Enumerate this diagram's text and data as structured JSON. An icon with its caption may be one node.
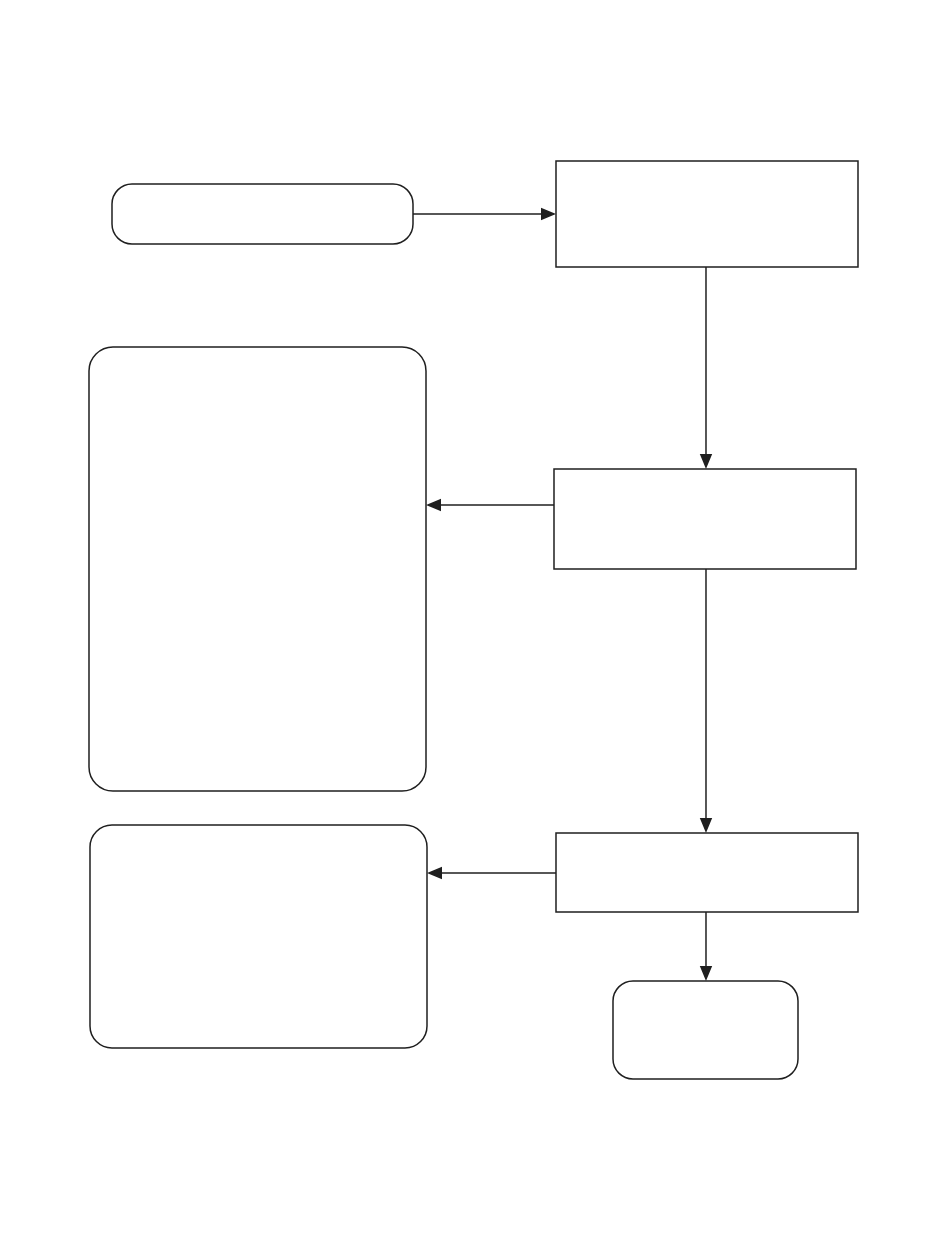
{
  "diagram": {
    "nodes": [
      {
        "text": [],
        "shape": "rounded"
      },
      {
        "text": [],
        "shape": "box"
      },
      {
        "text": [],
        "shape": "rounded"
      },
      {
        "text": [],
        "shape": "box"
      },
      {
        "text": [],
        "shape": "rounded"
      },
      {
        "text": [],
        "shape": "box"
      },
      {
        "text": [],
        "shape": "rounded"
      }
    ],
    "edges": [
      {
        "from": 0,
        "to": 1,
        "arrow": "to"
      },
      {
        "from": 1,
        "to": 3,
        "arrow": "to"
      },
      {
        "from": 3,
        "to": 2,
        "arrow": "to"
      },
      {
        "from": 3,
        "to": 5,
        "arrow": "to"
      },
      {
        "from": 5,
        "to": 4,
        "arrow": "to"
      },
      {
        "from": 5,
        "to": 6,
        "arrow": "to"
      }
    ]
  }
}
